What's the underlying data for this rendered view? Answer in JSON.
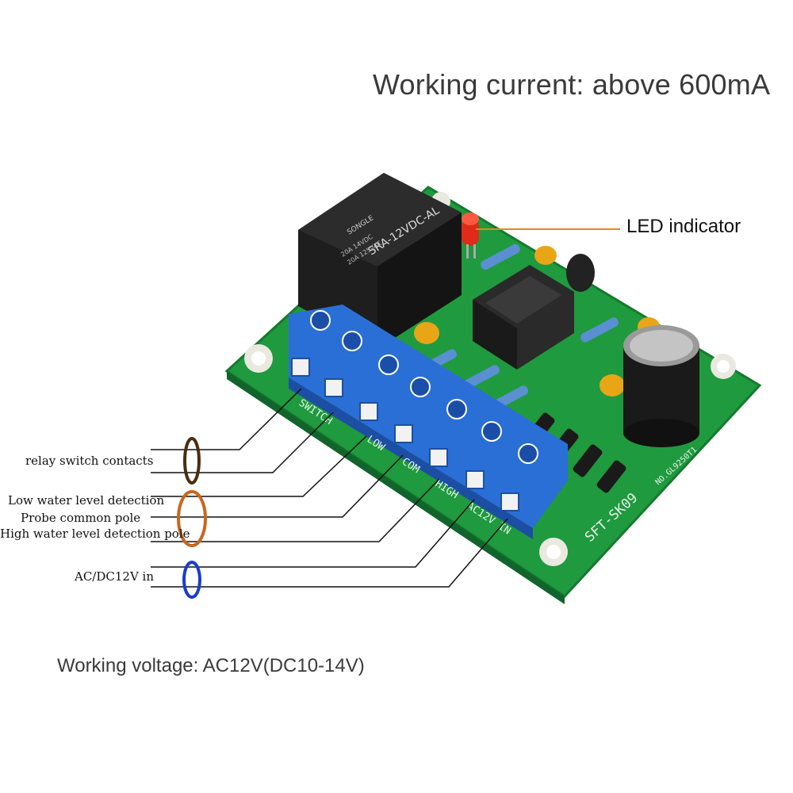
{
  "captions": {
    "working_current": "Working current: above 600mA",
    "working_voltage": "Working voltage: AC12V(DC10-14V)",
    "led_indicator": "LED indicator"
  },
  "wire_labels": {
    "relay_switch": "relay switch contacts",
    "low_water": "Low water level detection",
    "probe_common": "Probe common pole",
    "high_water": "High water level detection pole",
    "ac_in": "AC/DC12V in"
  },
  "board": {
    "relay_brand": "SONGLE",
    "relay_model": "SRA-12VDC-AL",
    "relay_rating_1": "20A 14VDC",
    "relay_rating_2": "20A 125VAC",
    "board_model": "SFT-SK09",
    "board_number": "NO.GL9250T1",
    "terminal_silk": [
      "SWITCH",
      "LOW",
      "COM",
      "HIGH",
      "AC12V IN"
    ]
  },
  "colors": {
    "pcb_green": "#1f9a3e",
    "terminal_blue": "#2a6fd6",
    "relay_black": "#1e1e1e",
    "ring_brown": "#4a2d10",
    "ring_orange": "#c8661e",
    "ring_blue": "#1a3ccc",
    "led_line": "#e08a1e"
  }
}
